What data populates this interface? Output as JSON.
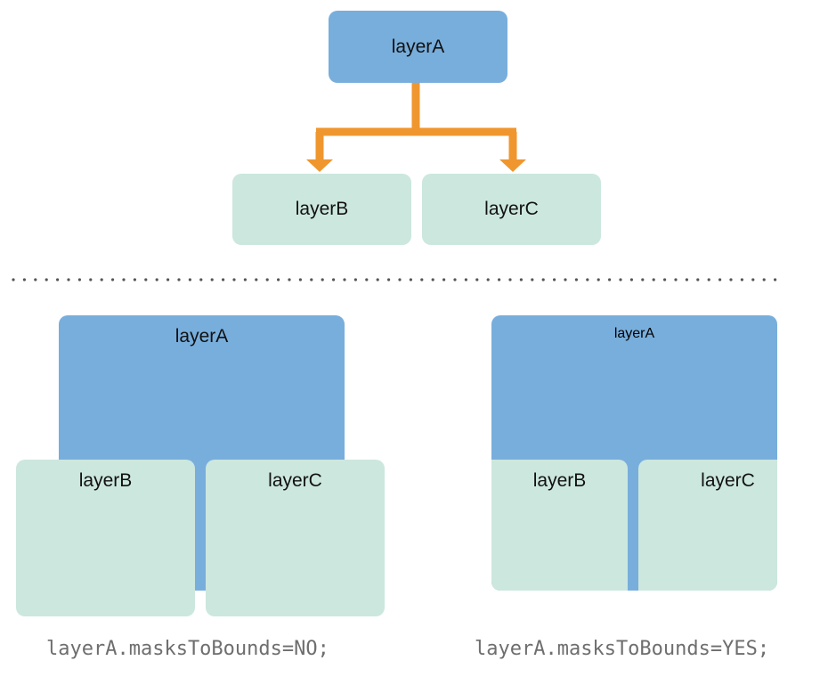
{
  "tree": {
    "root": {
      "label": "layerA"
    },
    "left_child": {
      "label": "layerB"
    },
    "right_child": {
      "label": "layerC"
    },
    "connector_color": "#f0962e"
  },
  "example_no": {
    "parent": {
      "label": "layerA"
    },
    "child_b": {
      "label": "layerB"
    },
    "child_c": {
      "label": "layerC"
    },
    "caption": "layerA.masksToBounds=NO;"
  },
  "example_yes": {
    "parent": {
      "label": "layerA"
    },
    "child_b": {
      "label": "layerB"
    },
    "child_c": {
      "label": "layerC"
    },
    "caption": "layerA.masksToBounds=YES;"
  },
  "colors": {
    "parent_fill": "#78aedc",
    "child_fill": "#cce7de",
    "caption_text": "#6e6e6e",
    "divider_dots": "#555555"
  }
}
